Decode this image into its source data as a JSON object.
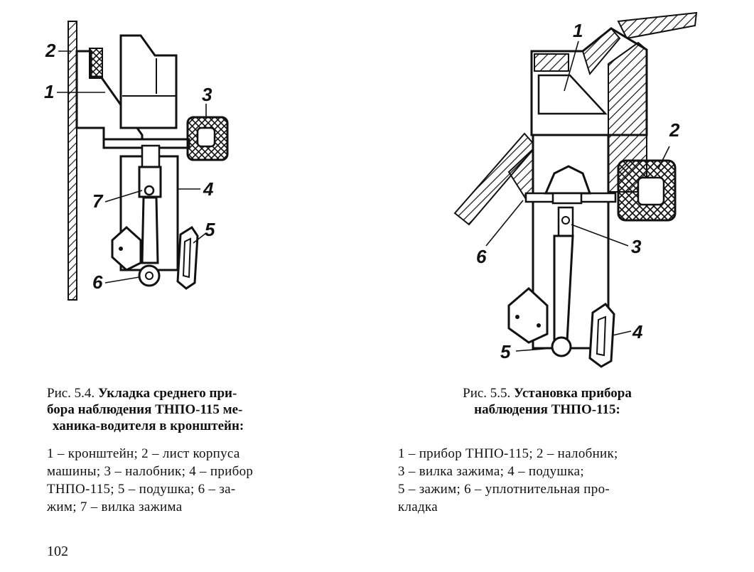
{
  "page_number": "102",
  "figure_left": {
    "callouts": [
      "1",
      "2",
      "3",
      "4",
      "5",
      "6",
      "7"
    ],
    "caption_prefix": "Рис. 5.4.",
    "caption_title_line1": "Укладка среднего при-",
    "caption_title_line2": "бора наблюдения ТНПО-115 ме-",
    "caption_title_line3": "ханика-водителя в кронштейн:",
    "legend_line1": "1 – кронштейн; 2 – лист корпуса",
    "legend_line2": "машины; 3 – налобник; 4 – прибор",
    "legend_line3": "ТНПО-115; 5 – подушка; 6 – за-",
    "legend_line4": "жим; 7 – вилка зажима"
  },
  "figure_right": {
    "callouts": [
      "1",
      "2",
      "3",
      "4",
      "5",
      "6"
    ],
    "caption_prefix": "Рис. 5.5.",
    "caption_title_line1": "Установка прибора",
    "caption_title_line2": "наблюдения ТНПО-115:",
    "legend_line1": "1 – прибор ТНПО-115; 2 – налобник;",
    "legend_line2": "3 – вилка зажима; 4 – подушка;",
    "legend_line3": "5 – зажим; 6 – уплотнительная про-",
    "legend_line4": "кладка"
  }
}
